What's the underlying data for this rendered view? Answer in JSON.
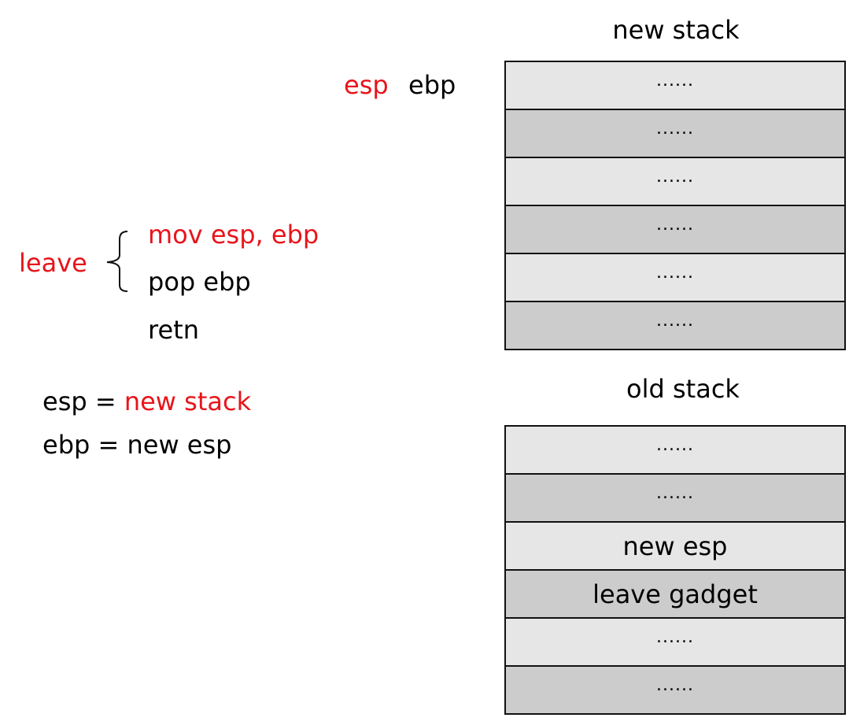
{
  "new_stack": {
    "title": "new stack",
    "cells": [
      {
        "text": "......",
        "shade": "light"
      },
      {
        "text": "......",
        "shade": "dark"
      },
      {
        "text": "......",
        "shade": "light"
      },
      {
        "text": "......",
        "shade": "dark"
      },
      {
        "text": "......",
        "shade": "light"
      },
      {
        "text": "......",
        "shade": "dark"
      }
    ]
  },
  "old_stack": {
    "title": "old stack",
    "cells": [
      {
        "text": "......",
        "shade": "light"
      },
      {
        "text": "......",
        "shade": "dark"
      },
      {
        "text": "new esp",
        "shade": "light"
      },
      {
        "text": "leave gadget",
        "shade": "dark"
      },
      {
        "text": "......",
        "shade": "light"
      },
      {
        "text": "......",
        "shade": "dark"
      }
    ]
  },
  "pointers": {
    "esp": "esp",
    "ebp": "ebp"
  },
  "instructions": {
    "leave": "leave",
    "mov": "mov esp, ebp",
    "pop": "pop ebp",
    "retn": "retn"
  },
  "effects": {
    "line1_lhs": "esp = ",
    "line1_rhs": "new stack",
    "line2": "ebp = new esp"
  },
  "colors": {
    "highlight": "#e8141b",
    "cell_light": "#e6e6e6",
    "cell_dark": "#cccccc",
    "border": "#111111"
  }
}
